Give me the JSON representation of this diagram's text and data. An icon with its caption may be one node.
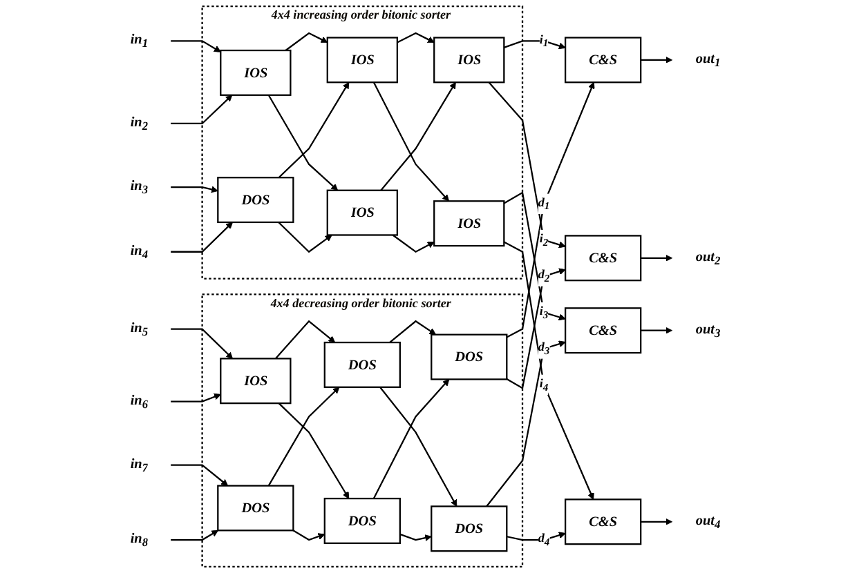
{
  "diagram": {
    "nodes": [
      {
        "text": [
          "in$_{1}$"
        ]
      },
      {
        "text": [
          "in$_{2}$"
        ]
      },
      {
        "text": [
          "in$_{3}$"
        ]
      },
      {
        "text": [
          "in$_{4}$"
        ]
      },
      {
        "text": [
          "in$_{5}$"
        ]
      },
      {
        "text": [
          "in$_{6}$"
        ]
      },
      {
        "text": [
          "in$_{7}$"
        ]
      },
      {
        "text": [
          "in$_{8}$"
        ]
      },
      {
        "text": [
          "4x4 increasing order bitonic sorter"
        ]
      },
      {
        "text": [
          "IOS"
        ],
        "in": 8
      },
      {
        "text": [
          "IOS"
        ],
        "in": 8
      },
      {
        "text": [
          "IOS"
        ],
        "in": 8
      },
      {
        "text": [
          "DOS"
        ],
        "in": 8
      },
      {
        "text": [
          "IOS"
        ],
        "in": 8
      },
      {
        "text": [
          "IOS"
        ],
        "in": 8
      },
      {
        "text": [
          "4x4 decreasing order bitonic sorter"
        ]
      },
      {
        "text": [
          "IOS"
        ],
        "in": 15
      },
      {
        "text": [
          "DOS"
        ],
        "in": 15
      },
      {
        "text": [
          "DOS"
        ],
        "in": 15
      },
      {
        "text": [
          "DOS"
        ],
        "in": 15
      },
      {
        "text": [
          "DOS"
        ],
        "in": 15
      },
      {
        "text": [
          "DOS"
        ],
        "in": 15
      },
      {
        "text": [
          "C&S"
        ]
      },
      {
        "text": [
          "C&S"
        ]
      },
      {
        "text": [
          "C&S"
        ]
      },
      {
        "text": [
          "C&S"
        ]
      },
      {
        "text": [
          "out$_{1}$"
        ]
      },
      {
        "text": [
          "out$_{2}$"
        ]
      },
      {
        "text": [
          "out$_{3}$"
        ]
      },
      {
        "text": [
          "out$_{4}$"
        ]
      }
    ],
    "edges": [
      {
        "from": 0,
        "to": 9,
        "arrow": "to"
      },
      {
        "from": 1,
        "to": 9,
        "arrow": "to"
      },
      {
        "from": 2,
        "to": 12,
        "arrow": "to"
      },
      {
        "from": 3,
        "to": 12,
        "arrow": "to"
      },
      {
        "from": 4,
        "to": 16,
        "arrow": "to"
      },
      {
        "from": 5,
        "to": 16,
        "arrow": "to"
      },
      {
        "from": 6,
        "to": 19,
        "arrow": "to"
      },
      {
        "from": 7,
        "to": 19,
        "arrow": "to"
      },
      {
        "from": 9,
        "to": 10,
        "arrow": "to"
      },
      {
        "from": 9,
        "to": 13,
        "arrow": "to"
      },
      {
        "from": 12,
        "to": 10,
        "arrow": "to"
      },
      {
        "from": 12,
        "to": 13,
        "arrow": "to"
      },
      {
        "from": 10,
        "to": 11,
        "arrow": "to"
      },
      {
        "from": 10,
        "to": 14,
        "arrow": "to"
      },
      {
        "from": 13,
        "to": 11,
        "arrow": "to"
      },
      {
        "from": 13,
        "to": 14,
        "arrow": "to"
      },
      {
        "from": 16,
        "to": 17,
        "arrow": "to"
      },
      {
        "from": 16,
        "to": 20,
        "arrow": "to"
      },
      {
        "from": 19,
        "to": 17,
        "arrow": "to"
      },
      {
        "from": 19,
        "to": 20,
        "arrow": "to"
      },
      {
        "from": 17,
        "to": 18,
        "arrow": "to"
      },
      {
        "from": 17,
        "to": 21,
        "arrow": "to"
      },
      {
        "from": 20,
        "to": 18,
        "arrow": "to"
      },
      {
        "from": 20,
        "to": 21,
        "arrow": "to"
      },
      {
        "from": 11,
        "to": 22,
        "arrow": "to",
        "label": "i$_{1}$"
      },
      {
        "from": 11,
        "to": 23,
        "arrow": "to",
        "label": "i$_{2}$"
      },
      {
        "from": 14,
        "to": 24,
        "arrow": "to",
        "label": "i$_{3}$"
      },
      {
        "from": 14,
        "to": 25,
        "arrow": "to",
        "label": "i$_{4}$"
      },
      {
        "from": 18,
        "to": 22,
        "arrow": "to",
        "label": "d$_{1}$"
      },
      {
        "from": 18,
        "to": 23,
        "arrow": "to",
        "label": "d$_{2}$"
      },
      {
        "from": 21,
        "to": 24,
        "arrow": "to",
        "label": "d$_{3}$"
      },
      {
        "from": 21,
        "to": 25,
        "arrow": "to",
        "label": "d$_{4}$"
      },
      {
        "from": 22,
        "to": 26,
        "arrow": "to"
      },
      {
        "from": 23,
        "to": 27,
        "arrow": "to"
      },
      {
        "from": 24,
        "to": 28,
        "arrow": "to"
      },
      {
        "from": 25,
        "to": 29,
        "arrow": "to"
      }
    ]
  }
}
